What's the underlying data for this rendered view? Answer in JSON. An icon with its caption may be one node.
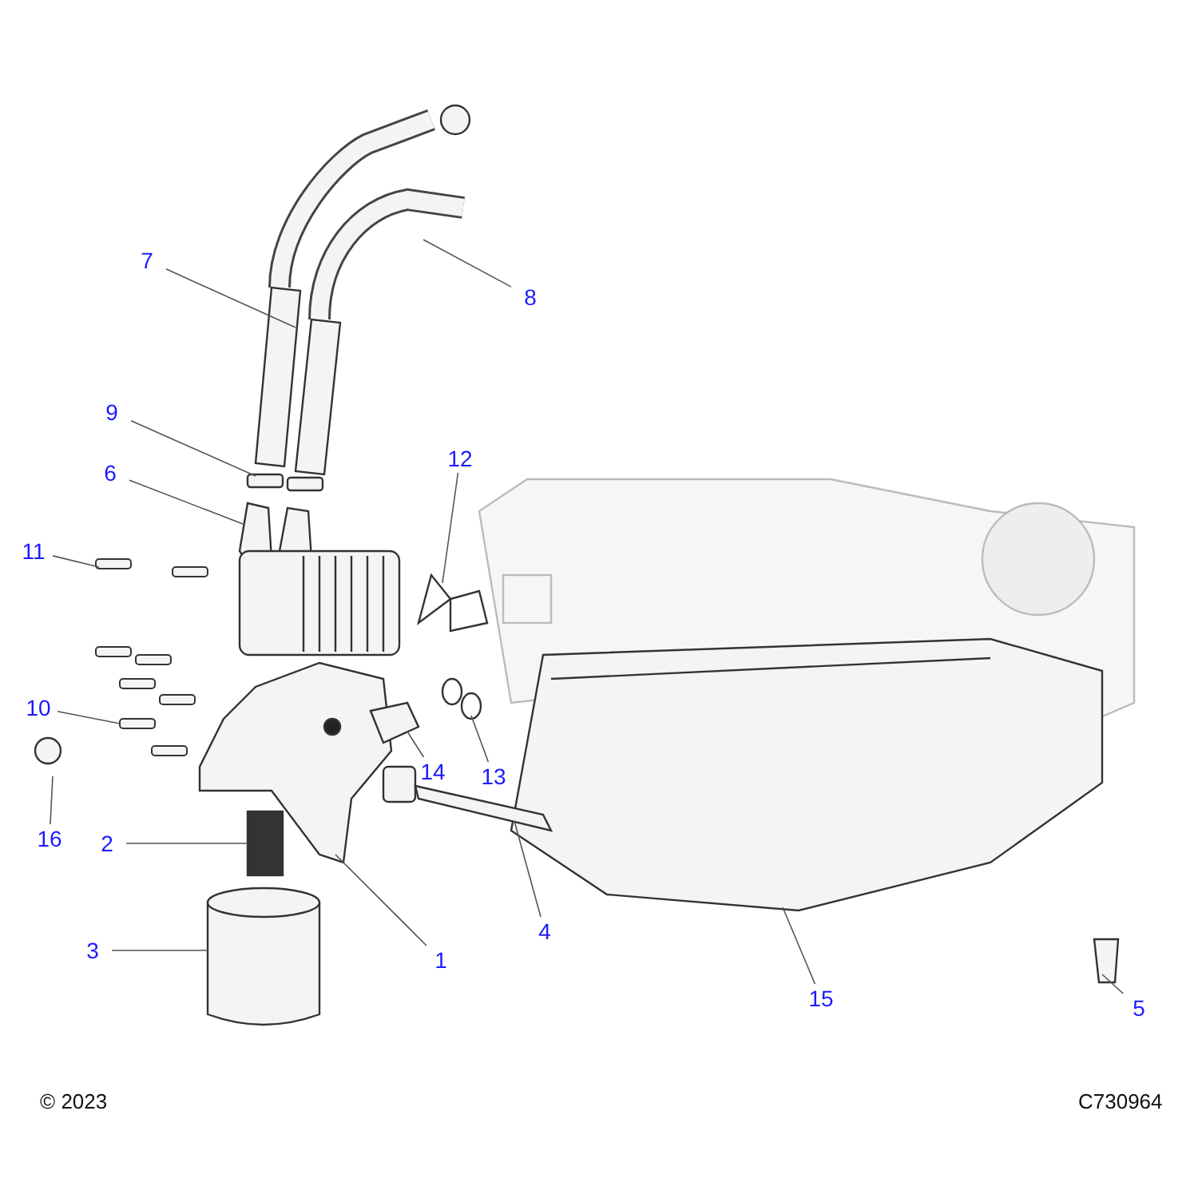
{
  "diagram": {
    "nodes": [
      {
        "text": [
          "7"
        ]
      },
      {
        "text": [
          "8"
        ]
      },
      {
        "text": [
          "9"
        ]
      },
      {
        "text": [
          "12"
        ]
      },
      {
        "text": [
          "6"
        ]
      },
      {
        "text": [
          "11"
        ]
      },
      {
        "text": [
          "10"
        ]
      },
      {
        "text": [
          "14"
        ]
      },
      {
        "text": [
          "13"
        ]
      },
      {
        "text": [
          "16"
        ]
      },
      {
        "text": [
          "2"
        ]
      },
      {
        "text": [
          "4"
        ]
      },
      {
        "text": [
          "3"
        ]
      },
      {
        "text": [
          "1"
        ]
      },
      {
        "text": [
          "15"
        ]
      },
      {
        "text": [
          "5"
        ]
      }
    ],
    "edges": [
      {
        "from": 0,
        "to": null,
        "arrow": "none"
      },
      {
        "from": 1,
        "to": null,
        "arrow": "none"
      },
      {
        "from": 2,
        "to": null,
        "arrow": "none"
      },
      {
        "from": 3,
        "to": null,
        "arrow": "none"
      },
      {
        "from": 4,
        "to": null,
        "arrow": "none"
      },
      {
        "from": 5,
        "to": null,
        "arrow": "none"
      },
      {
        "from": 6,
        "to": null,
        "arrow": "none"
      },
      {
        "from": 7,
        "to": null,
        "arrow": "none"
      },
      {
        "from": 8,
        "to": null,
        "arrow": "none"
      },
      {
        "from": 9,
        "to": null,
        "arrow": "none"
      },
      {
        "from": 10,
        "to": null,
        "arrow": "none"
      },
      {
        "from": 11,
        "to": null,
        "arrow": "none"
      },
      {
        "from": 12,
        "to": null,
        "arrow": "none"
      },
      {
        "from": 13,
        "to": null,
        "arrow": "none"
      },
      {
        "from": 14,
        "to": null,
        "arrow": "none"
      },
      {
        "from": 15,
        "to": null,
        "arrow": "none"
      }
    ],
    "labels": [
      "© 2023",
      "C730964"
    ]
  }
}
